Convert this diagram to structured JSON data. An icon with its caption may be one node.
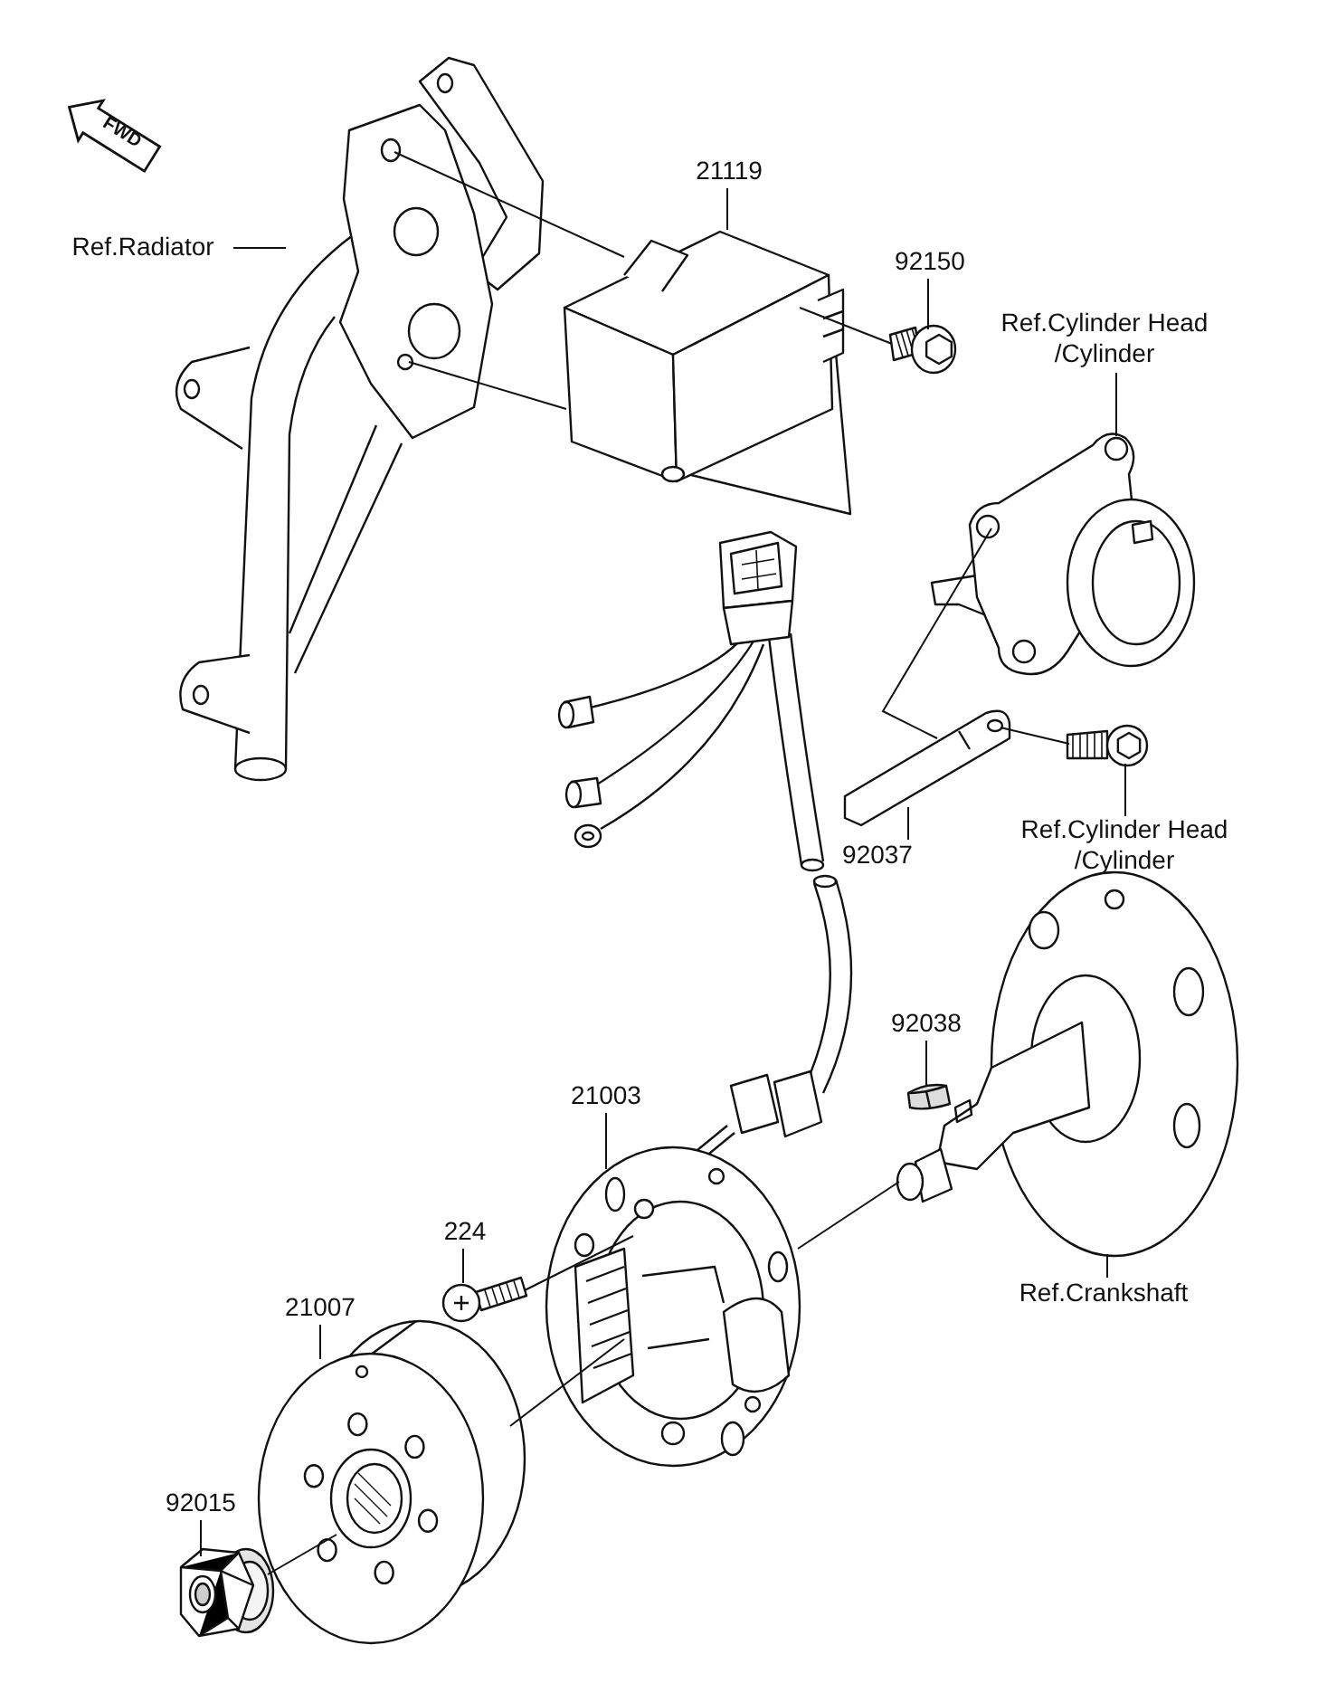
{
  "diagram": {
    "nodes": [
      {
        "text": [
          "Ref.Radiator"
        ]
      },
      {
        "text": [],
        "shape": "picture"
      },
      {
        "text": [
          "21119"
        ]
      },
      {
        "text": [],
        "shape": "picture"
      },
      {
        "text": [
          "92150"
        ]
      },
      {
        "text": [],
        "shape": "picture"
      },
      {
        "text": [
          "Ref.Cylinder Head /Cylinder"
        ]
      },
      {
        "text": [],
        "shape": "picture"
      },
      {
        "text": [],
        "shape": "picture"
      },
      {
        "text": [
          "92037"
        ]
      },
      {
        "text": [],
        "shape": "picture"
      },
      {
        "text": [
          "Ref.Cylinder Head /Cylinder"
        ]
      },
      {
        "text": [
          "92038"
        ]
      },
      {
        "text": [],
        "shape": "picture"
      },
      {
        "text": [],
        "shape": "picture"
      },
      {
        "text": [
          "Ref.Crankshaft"
        ]
      },
      {
        "text": [
          "21003"
        ]
      },
      {
        "text": [],
        "shape": "picture"
      },
      {
        "text": [
          "224"
        ]
      },
      {
        "text": [],
        "shape": "picture"
      },
      {
        "text": [
          "21007"
        ]
      },
      {
        "text": [],
        "shape": "picture"
      },
      {
        "text": [
          "92015"
        ]
      },
      {
        "text": [],
        "shape": "picture"
      }
    ],
    "edges": [
      {
        "from": 0,
        "to": 1,
        "arrow": "none"
      },
      {
        "from": 2,
        "to": 3,
        "arrow": "none"
      },
      {
        "from": 4,
        "to": 5,
        "arrow": "none"
      },
      {
        "from": 6,
        "to": 7,
        "arrow": "none"
      },
      {
        "from": 9,
        "to": 8,
        "arrow": "none"
      },
      {
        "from": 11,
        "to": 10,
        "arrow": "none"
      },
      {
        "from": 12,
        "to": 13,
        "arrow": "none"
      },
      {
        "from": 15,
        "to": 14,
        "arrow": "none"
      },
      {
        "from": 16,
        "to": 17,
        "arrow": "none"
      },
      {
        "from": 18,
        "to": 19,
        "arrow": "none"
      },
      {
        "from": 20,
        "to": 21,
        "arrow": "none"
      },
      {
        "from": 22,
        "to": 23,
        "arrow": "none"
      },
      {
        "from": 1,
        "to": 3,
        "arrow": "none"
      },
      {
        "from": 1,
        "to": 3,
        "arrow": "none"
      },
      {
        "from": 5,
        "to": 3,
        "arrow": "none"
      },
      {
        "from": 7,
        "to": 8,
        "arrow": "none"
      },
      {
        "from": 10,
        "to": 8,
        "arrow": "none"
      },
      {
        "from": 14,
        "to": 17,
        "arrow": "none"
      },
      {
        "from": 19,
        "to": 17,
        "arrow": "none"
      },
      {
        "from": 21,
        "to": 17,
        "arrow": "none"
      },
      {
        "from": 23,
        "to": 21,
        "arrow": "none"
      }
    ],
    "labels": [
      "FWD"
    ]
  }
}
